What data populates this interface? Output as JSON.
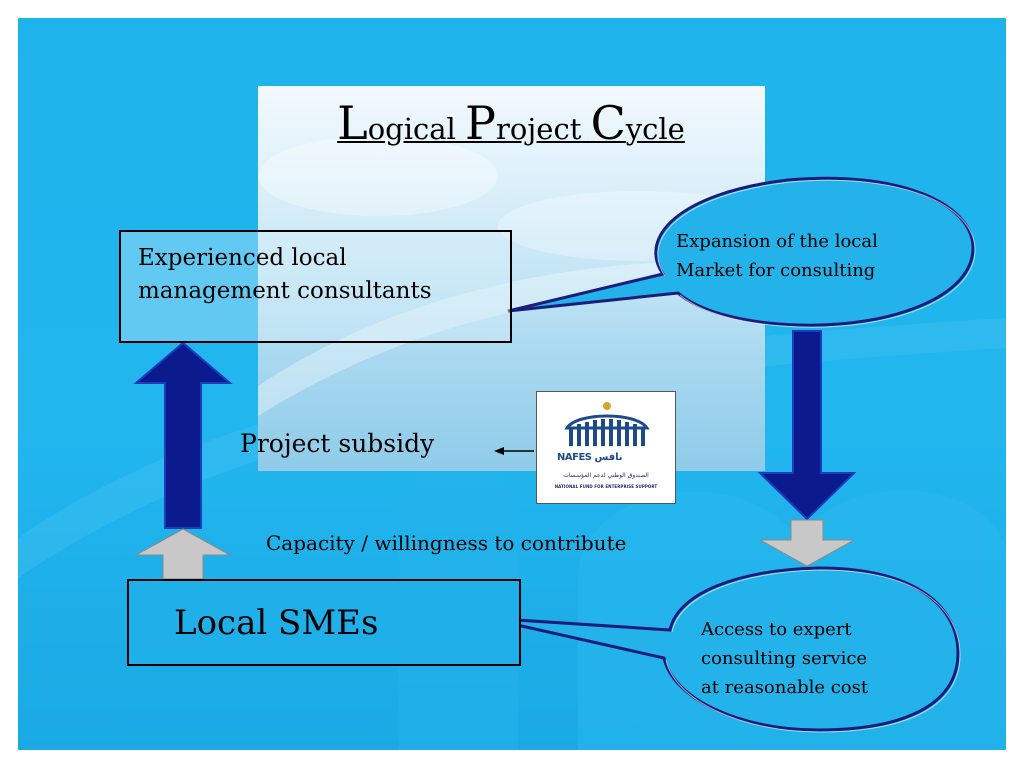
{
  "title": {
    "parts": [
      {
        "cap": "L",
        "rest": "ogical "
      },
      {
        "cap": "P",
        "rest": "roject "
      },
      {
        "cap": "C",
        "rest": "ycle"
      }
    ]
  },
  "boxes": {
    "consultants": {
      "line1": "Experienced local",
      "line2": "management consultants"
    },
    "smes": {
      "label": "Local SMEs"
    }
  },
  "labels": {
    "subsidy": "Project subsidy",
    "capacity": "Capacity / willingness to contribute"
  },
  "bubbles": {
    "expansion": {
      "line1": "Expansion of the local",
      "line2": "Market for consulting"
    },
    "access": {
      "line1": "Access to expert",
      "line2": "consulting service",
      "line3": "at reasonable cost"
    }
  },
  "logo": {
    "name_en": "NAFES",
    "name_ar": "نافس",
    "arabic_tagline": "الصندوق الوطني لدعم المؤسسات",
    "tagline": "NATIONAL FUND FOR ENTERPRISE SUPPORT"
  },
  "colors": {
    "background": "#20b4ee",
    "arrow_blue": "#0b1a8c",
    "arrow_gray": "#c8c8c8",
    "bubble_fill": "#23b2ea",
    "bubble_border": "#1c1c7a"
  }
}
